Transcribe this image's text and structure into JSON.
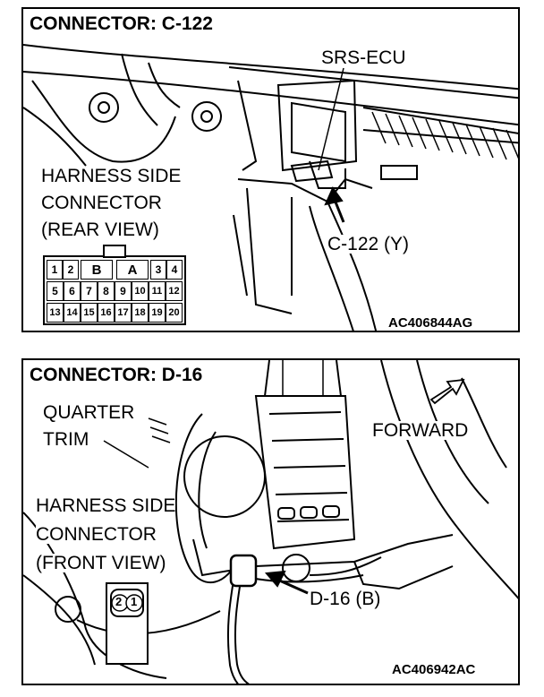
{
  "panel_top": {
    "title": "CONNECTOR: C-122",
    "ecu_label": "SRS-ECU",
    "harness_label": [
      "HARNESS SIDE",
      "CONNECTOR",
      "(REAR VIEW)"
    ],
    "connector_callout": "C-122 (Y)",
    "ref_code": "AC406844AG",
    "pins": {
      "row1": [
        "1",
        "2",
        "B",
        "A",
        "3",
        "4"
      ],
      "row2": [
        "5",
        "6",
        "7",
        "8",
        "9",
        "10",
        "11",
        "12"
      ],
      "row3": [
        "13",
        "14",
        "15",
        "16",
        "17",
        "18",
        "19",
        "20"
      ]
    }
  },
  "panel_bottom": {
    "title": "CONNECTOR: D-16",
    "trim_label": [
      "QUARTER",
      "TRIM"
    ],
    "forward_label": "FORWARD",
    "harness_label": [
      "HARNESS SIDE",
      "CONNECTOR",
      "(FRONT VIEW)"
    ],
    "connector_callout": "D-16 (B)",
    "ref_code": "AC406942AC",
    "pins": [
      "2",
      "1"
    ]
  }
}
